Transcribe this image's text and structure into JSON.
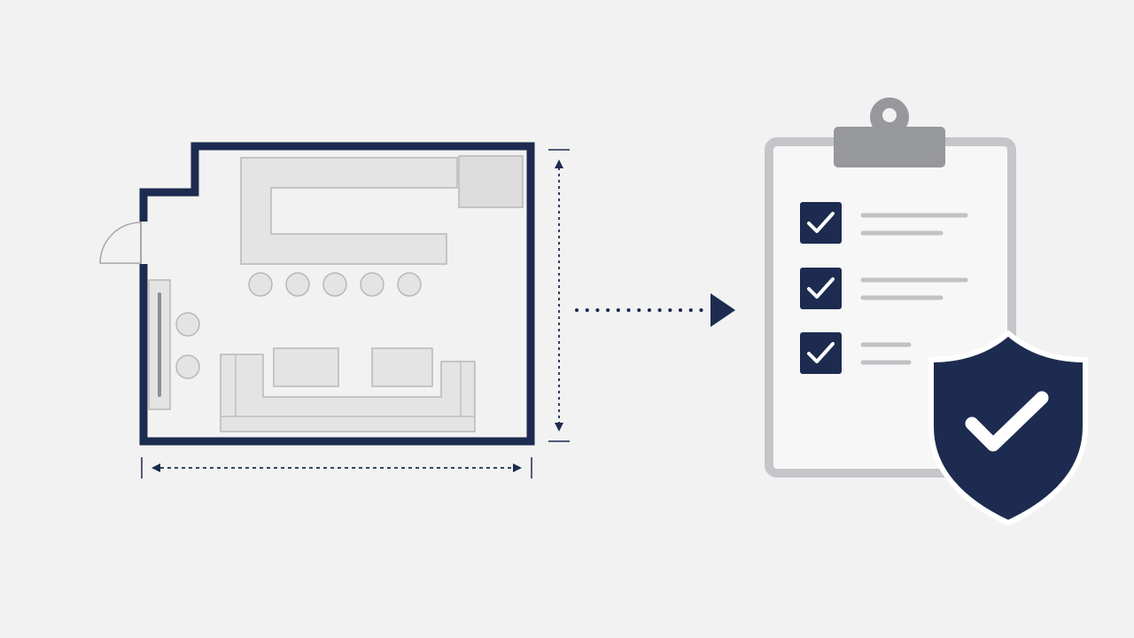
{
  "colors": {
    "background": "#f2f2f2",
    "navy": "#1c2b4f",
    "furniture_fill": "#e4e4e4",
    "furniture_stroke": "#b8b8b8",
    "clipboard_frame": "#c5c6ca",
    "clipboard_paper": "#f7f7f7",
    "clip": "#97989c",
    "checklist_line": "#c2c2c6",
    "white": "#ffffff"
  },
  "icons": {
    "floor_plan": "floor-plan-icon",
    "door": "door-swing-icon",
    "width_dimension": "horizontal-dimension-arrow-icon",
    "height_dimension": "vertical-dimension-arrow-icon",
    "flow_arrow": "dotted-arrow-right-icon",
    "clipboard": "clipboard-icon",
    "checkbox": "checked-box-icon",
    "shield": "shield-check-icon"
  },
  "checklist": {
    "items": [
      {
        "checked": true,
        "lines": 2
      },
      {
        "checked": true,
        "lines": 2
      },
      {
        "checked": true,
        "lines": 2
      }
    ]
  }
}
